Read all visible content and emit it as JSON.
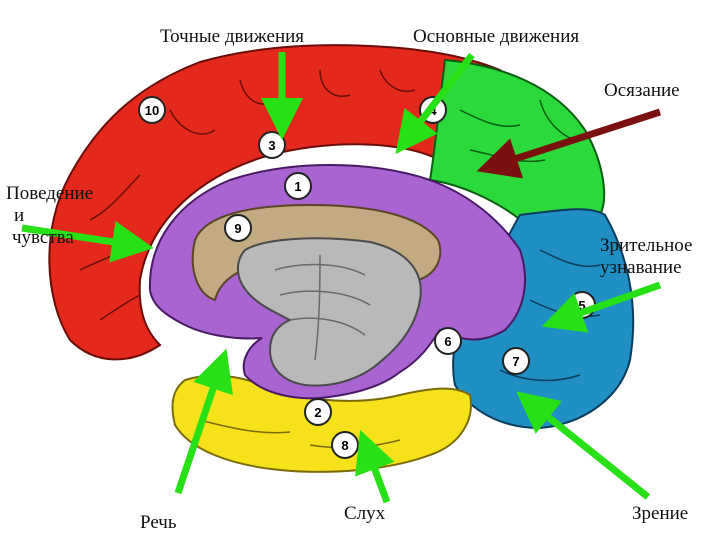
{
  "labels": {
    "fine_movements": "Точные движения",
    "basic_movements": "Основные движения",
    "touch": "Осязание",
    "behavior_line1": "Поведение",
    "behavior_line2": "и",
    "behavior_line3": "чувства",
    "visual_recog_line1": "Зрительное",
    "visual_recog_line2": "узнавание",
    "speech": "Речь",
    "hearing": "Слух",
    "vision": "Зрение"
  },
  "markers": [
    "10",
    "4",
    "3",
    "1",
    "9",
    "5",
    "6",
    "7",
    "2",
    "8"
  ],
  "colors": {
    "frontal_red": "#e4281c",
    "motor_green": "#2cd93a",
    "visual_blue": "#1f8fc4",
    "limbic_purple": "#a865d2",
    "temporal_yellow": "#f5e21a",
    "corpus_tan": "#c2aa82",
    "brainstem_gray": "#b9b9b9",
    "arrow_green": "#27e016",
    "arrow_darkred": "#7a1010"
  }
}
